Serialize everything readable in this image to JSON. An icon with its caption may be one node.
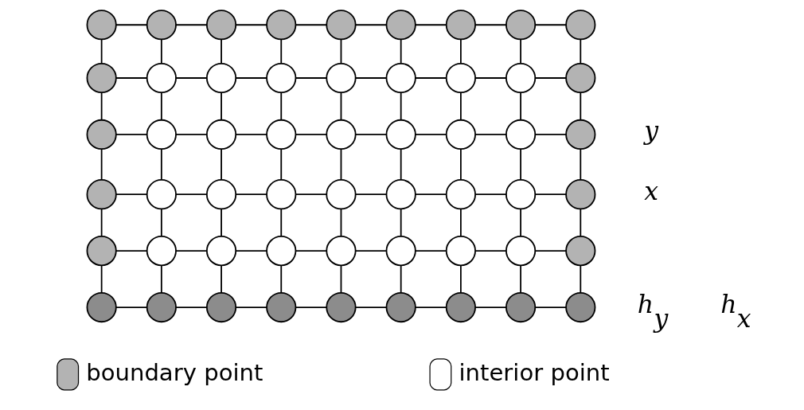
{
  "diagram": {
    "nodes": [
      {
        "text": [],
        "shape": "circle"
      },
      {
        "text": [],
        "shape": "circle"
      },
      {
        "text": [],
        "shape": "circle"
      },
      {
        "text": [],
        "shape": "circle"
      },
      {
        "text": [],
        "shape": "circle"
      },
      {
        "text": [],
        "shape": "circle"
      },
      {
        "text": [],
        "shape": "circle"
      },
      {
        "text": [],
        "shape": "circle"
      },
      {
        "text": [],
        "shape": "circle"
      },
      {
        "text": [],
        "shape": "circle"
      },
      {
        "text": [],
        "shape": "circle"
      },
      {
        "text": [],
        "shape": "circle"
      },
      {
        "text": [],
        "shape": "circle"
      },
      {
        "text": [],
        "shape": "circle"
      },
      {
        "text": [],
        "shape": "circle"
      },
      {
        "text": [],
        "shape": "circle"
      },
      {
        "text": [],
        "shape": "circle"
      },
      {
        "text": [],
        "shape": "circle"
      },
      {
        "text": [],
        "shape": "circle"
      },
      {
        "text": [],
        "shape": "circle"
      },
      {
        "text": [],
        "shape": "circle"
      },
      {
        "text": [],
        "shape": "circle"
      },
      {
        "text": [],
        "shape": "circle"
      },
      {
        "text": [],
        "shape": "circle"
      },
      {
        "text": [],
        "shape": "circle"
      },
      {
        "text": [],
        "shape": "circle"
      },
      {
        "text": [],
        "shape": "circle"
      },
      {
        "text": [],
        "shape": "circle"
      },
      {
        "text": [],
        "shape": "circle"
      },
      {
        "text": [],
        "shape": "circle"
      },
      {
        "text": [],
        "shape": "circle"
      },
      {
        "text": [],
        "shape": "circle"
      },
      {
        "text": [],
        "shape": "circle"
      },
      {
        "text": [],
        "shape": "circle"
      },
      {
        "text": [],
        "shape": "circle"
      },
      {
        "text": [],
        "shape": "circle"
      },
      {
        "text": [],
        "shape": "circle"
      },
      {
        "text": [],
        "shape": "circle"
      },
      {
        "text": [],
        "shape": "circle"
      },
      {
        "text": [],
        "shape": "circle"
      },
      {
        "text": [],
        "shape": "circle"
      },
      {
        "text": [],
        "shape": "circle"
      },
      {
        "text": [],
        "shape": "circle"
      },
      {
        "text": [],
        "shape": "circle"
      },
      {
        "text": [],
        "shape": "circle"
      },
      {
        "text": [],
        "shape": "circle"
      },
      {
        "text": [],
        "shape": "circle"
      },
      {
        "text": [],
        "shape": "circle"
      },
      {
        "text": [],
        "shape": "circle"
      },
      {
        "text": [],
        "shape": "circle"
      },
      {
        "text": [],
        "shape": "circle"
      },
      {
        "text": [],
        "shape": "circle"
      },
      {
        "text": [],
        "shape": "circle"
      },
      {
        "text": [],
        "shape": "circle"
      }
    ],
    "edges": [
      {
        "from": 0,
        "to": 1,
        "arrow": "none"
      },
      {
        "from": 1,
        "to": 2,
        "arrow": "none"
      },
      {
        "from": 2,
        "to": 3,
        "arrow": "none"
      },
      {
        "from": 3,
        "to": 4,
        "arrow": "none"
      },
      {
        "from": 4,
        "to": 5,
        "arrow": "none"
      },
      {
        "from": 5,
        "to": 6,
        "arrow": "none"
      },
      {
        "from": 6,
        "to": 7,
        "arrow": "none"
      },
      {
        "from": 7,
        "to": 8,
        "arrow": "none"
      },
      {
        "from": 9,
        "to": 10,
        "arrow": "none"
      },
      {
        "from": 10,
        "to": 11,
        "arrow": "none"
      },
      {
        "from": 11,
        "to": 12,
        "arrow": "none"
      },
      {
        "from": 12,
        "to": 13,
        "arrow": "none"
      },
      {
        "from": 13,
        "to": 14,
        "arrow": "none"
      },
      {
        "from": 14,
        "to": 15,
        "arrow": "none"
      },
      {
        "from": 15,
        "to": 16,
        "arrow": "none"
      },
      {
        "from": 16,
        "to": 17,
        "arrow": "none"
      },
      {
        "from": 18,
        "to": 19,
        "arrow": "none"
      },
      {
        "from": 19,
        "to": 20,
        "arrow": "none"
      },
      {
        "from": 20,
        "to": 21,
        "arrow": "none"
      },
      {
        "from": 21,
        "to": 22,
        "arrow": "none"
      },
      {
        "from": 22,
        "to": 23,
        "arrow": "none"
      },
      {
        "from": 23,
        "to": 24,
        "arrow": "none"
      },
      {
        "from": 24,
        "to": 25,
        "arrow": "none"
      },
      {
        "from": 25,
        "to": 26,
        "arrow": "none"
      },
      {
        "from": 27,
        "to": 28,
        "arrow": "none"
      },
      {
        "from": 28,
        "to": 29,
        "arrow": "none"
      },
      {
        "from": 29,
        "to": 30,
        "arrow": "none"
      },
      {
        "from": 30,
        "to": 31,
        "arrow": "none"
      },
      {
        "from": 31,
        "to": 32,
        "arrow": "none"
      },
      {
        "from": 32,
        "to": 33,
        "arrow": "none"
      },
      {
        "from": 33,
        "to": 34,
        "arrow": "none"
      },
      {
        "from": 34,
        "to": 35,
        "arrow": "none"
      },
      {
        "from": 36,
        "to": 37,
        "arrow": "none"
      },
      {
        "from": 37,
        "to": 38,
        "arrow": "none"
      },
      {
        "from": 38,
        "to": 39,
        "arrow": "none"
      },
      {
        "from": 39,
        "to": 40,
        "arrow": "none"
      },
      {
        "from": 40,
        "to": 41,
        "arrow": "none"
      },
      {
        "from": 41,
        "to": 42,
        "arrow": "none"
      },
      {
        "from": 42,
        "to": 43,
        "arrow": "none"
      },
      {
        "from": 43,
        "to": 44,
        "arrow": "none"
      },
      {
        "from": 45,
        "to": 46,
        "arrow": "none"
      },
      {
        "from": 46,
        "to": 47,
        "arrow": "none"
      },
      {
        "from": 47,
        "to": 48,
        "arrow": "none"
      },
      {
        "from": 48,
        "to": 49,
        "arrow": "none"
      },
      {
        "from": 49,
        "to": 50,
        "arrow": "none"
      },
      {
        "from": 50,
        "to": 51,
        "arrow": "none"
      },
      {
        "from": 51,
        "to": 52,
        "arrow": "none"
      },
      {
        "from": 52,
        "to": 53,
        "arrow": "none"
      },
      {
        "from": 0,
        "to": 9,
        "arrow": "none"
      },
      {
        "from": 9,
        "to": 18,
        "arrow": "none"
      },
      {
        "from": 18,
        "to": 27,
        "arrow": "none"
      },
      {
        "from": 27,
        "to": 36,
        "arrow": "none"
      },
      {
        "from": 36,
        "to": 45,
        "arrow": "none"
      },
      {
        "from": 1,
        "to": 10,
        "arrow": "none"
      },
      {
        "from": 10,
        "to": 19,
        "arrow": "none"
      },
      {
        "from": 19,
        "to": 28,
        "arrow": "none"
      },
      {
        "from": 28,
        "to": 37,
        "arrow": "none"
      },
      {
        "from": 37,
        "to": 46,
        "arrow": "none"
      },
      {
        "from": 2,
        "to": 11,
        "arrow": "none"
      },
      {
        "from": 11,
        "to": 20,
        "arrow": "none"
      },
      {
        "from": 20,
        "to": 29,
        "arrow": "none"
      },
      {
        "from": 29,
        "to": 38,
        "arrow": "none"
      },
      {
        "from": 38,
        "to": 47,
        "arrow": "none"
      },
      {
        "from": 3,
        "to": 12,
        "arrow": "none"
      },
      {
        "from": 12,
        "to": 21,
        "arrow": "none"
      },
      {
        "from": 21,
        "to": 30,
        "arrow": "none"
      },
      {
        "from": 30,
        "to": 39,
        "arrow": "none"
      },
      {
        "from": 39,
        "to": 48,
        "arrow": "none"
      },
      {
        "from": 4,
        "to": 13,
        "arrow": "none"
      },
      {
        "from": 13,
        "to": 22,
        "arrow": "none"
      },
      {
        "from": 22,
        "to": 31,
        "arrow": "none"
      },
      {
        "from": 31,
        "to": 40,
        "arrow": "none"
      },
      {
        "from": 40,
        "to": 49,
        "arrow": "none"
      },
      {
        "from": 5,
        "to": 14,
        "arrow": "none"
      },
      {
        "from": 14,
        "to": 23,
        "arrow": "none"
      },
      {
        "from": 23,
        "to": 32,
        "arrow": "none"
      },
      {
        "from": 32,
        "to": 41,
        "arrow": "none"
      },
      {
        "from": 41,
        "to": 50,
        "arrow": "none"
      },
      {
        "from": 6,
        "to": 15,
        "arrow": "none"
      },
      {
        "from": 15,
        "to": 24,
        "arrow": "none"
      },
      {
        "from": 24,
        "to": 33,
        "arrow": "none"
      },
      {
        "from": 33,
        "to": 42,
        "arrow": "none"
      },
      {
        "from": 42,
        "to": 51,
        "arrow": "none"
      },
      {
        "from": 7,
        "to": 16,
        "arrow": "none"
      },
      {
        "from": 16,
        "to": 25,
        "arrow": "none"
      },
      {
        "from": 25,
        "to": 34,
        "arrow": "none"
      },
      {
        "from": 34,
        "to": 43,
        "arrow": "none"
      },
      {
        "from": 43,
        "to": 52,
        "arrow": "none"
      },
      {
        "from": 8,
        "to": 17,
        "arrow": "none"
      },
      {
        "from": 17,
        "to": 26,
        "arrow": "none"
      },
      {
        "from": 26,
        "to": 35,
        "arrow": "none"
      },
      {
        "from": 35,
        "to": 44,
        "arrow": "none"
      },
      {
        "from": 44,
        "to": 53,
        "arrow": "none"
      }
    ],
    "labels": [
      "y",
      "x",
      "h$_{y}$",
      "h$_{x}$"
    ],
    "legend": [
      {
        "text": "boundary point",
        "color": "#b3b3b3"
      },
      {
        "text": "interior point",
        "color": "#ffffff"
      }
    ]
  }
}
